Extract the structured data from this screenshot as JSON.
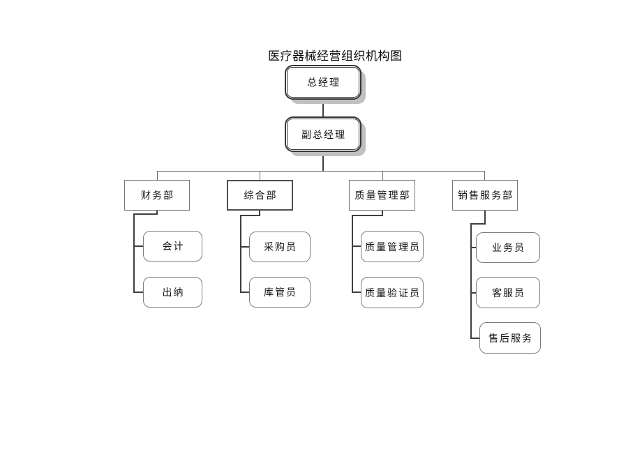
{
  "page": {
    "title": "医疗器械经营组织机构图"
  },
  "org": {
    "root": {
      "label": "总经理"
    },
    "deputy": {
      "label": "副总经理"
    },
    "departments": [
      {
        "label": "财务部",
        "children": [
          {
            "label": "会计"
          },
          {
            "label": "出纳"
          }
        ]
      },
      {
        "label": "综合部",
        "children": [
          {
            "label": "采购员"
          },
          {
            "label": "库管员"
          }
        ]
      },
      {
        "label": "质量管理部",
        "children": [
          {
            "label": "质量管理员"
          },
          {
            "label": "质量验证员"
          }
        ]
      },
      {
        "label": "销售服务部",
        "children": [
          {
            "label": "业务员"
          },
          {
            "label": "客服员"
          },
          {
            "label": "售后服务"
          }
        ]
      }
    ]
  },
  "colors": {
    "background": "#ffffff",
    "box_border": "#373737",
    "connector": "#3f3f3f",
    "shadow": "#c0c0c0"
  }
}
